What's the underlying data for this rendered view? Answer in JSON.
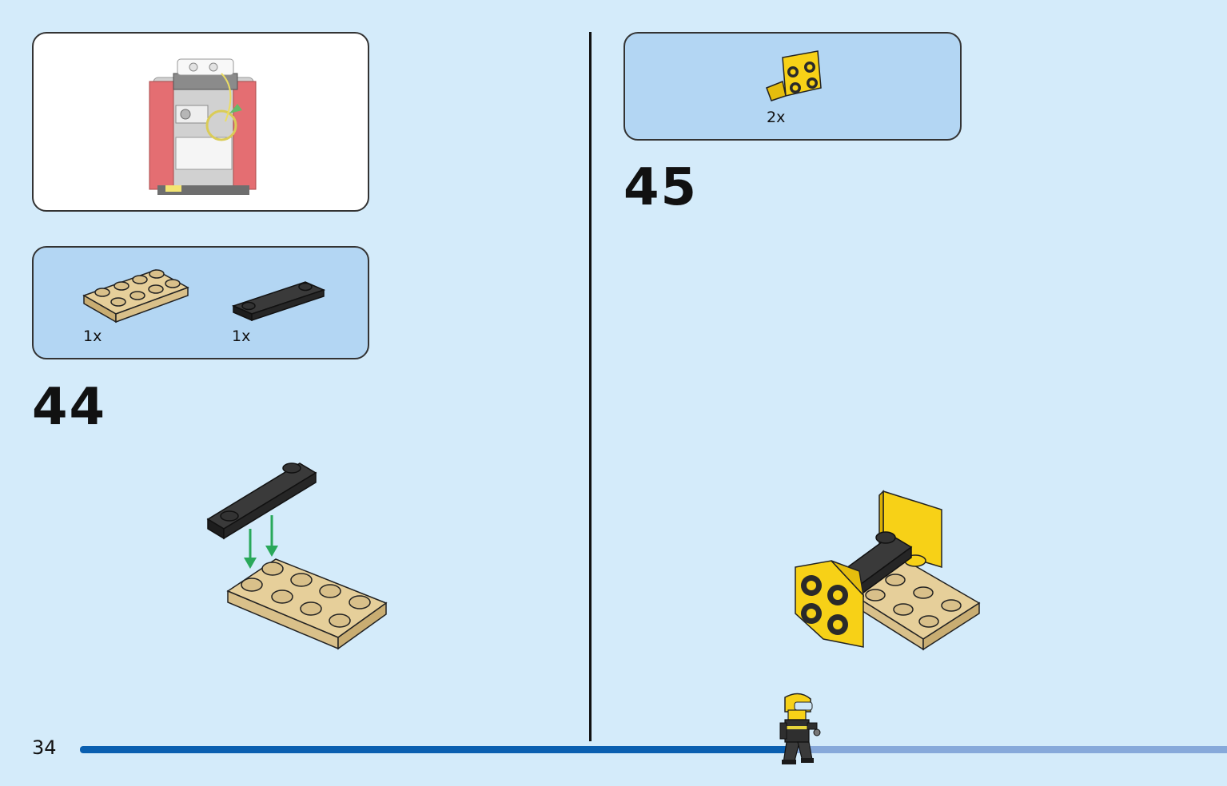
{
  "page": {
    "number": "34"
  },
  "steps": [
    {
      "number": "44",
      "parts": [
        {
          "qty": "1x",
          "name": "tan-plate-2x4"
        },
        {
          "qty": "1x",
          "name": "black-plate-1x4-two-studs"
        }
      ]
    },
    {
      "number": "45",
      "parts": [
        {
          "qty": "2x",
          "name": "yellow-bracket-2x2"
        }
      ]
    }
  ],
  "progress": {
    "fraction": 0.6
  },
  "colors": {
    "background": "#d4ebfa",
    "parts_panel": "#b3d6f3",
    "tan": "#d9c08a",
    "black_brick": "#2a2a2a",
    "yellow": "#f7d117",
    "arrow_green": "#29a85a",
    "progress_done": "#0a5fb0",
    "progress_rest": "#87a9da"
  }
}
